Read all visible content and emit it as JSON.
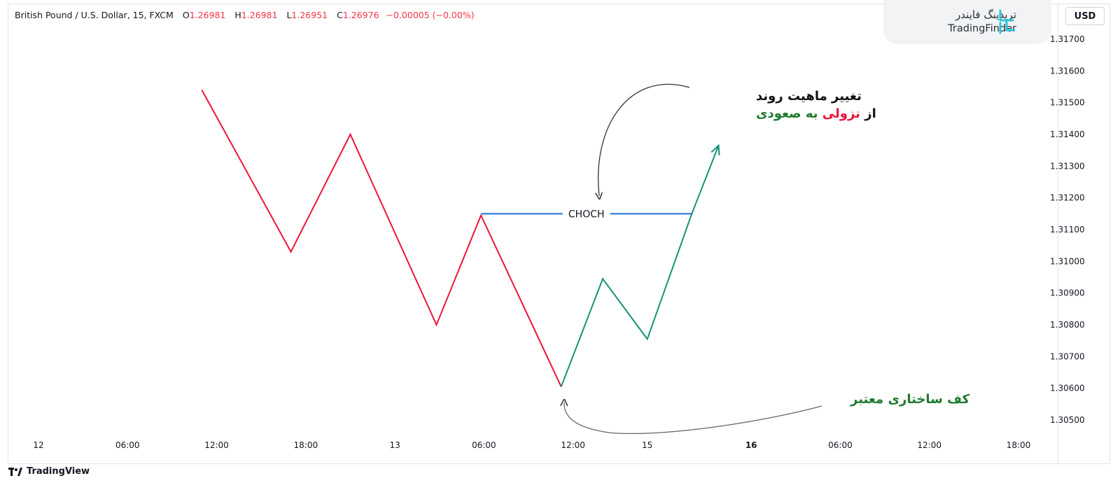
{
  "legend": {
    "symbol": "British Pound / U.S. Dollar, 15, FXCM",
    "open_label": "O",
    "open": "1.26981",
    "high_label": "H",
    "high": "1.26981",
    "low_label": "L",
    "low": "1.26951",
    "close_label": "C",
    "close": "1.26976",
    "change": "−0.00005 (−0.00%)"
  },
  "currency_button": "USD",
  "brand": {
    "name_fa": "تریدینگ فایندر",
    "name_en": "TradingFinder"
  },
  "footer": {
    "tradingview": "TradingView"
  },
  "colors": {
    "down": "#e8163c",
    "up": "#16927a",
    "choch": "#1f6fd1",
    "axis_text": "#131722"
  },
  "chart_data": {
    "type": "line",
    "y_axis": {
      "ticks": [
        1.317,
        1.316,
        1.315,
        1.314,
        1.313,
        1.312,
        1.311,
        1.31,
        1.309,
        1.308,
        1.307,
        1.306,
        1.305
      ],
      "labels": [
        "1.31700",
        "1.31600",
        "1.31500",
        "1.31400",
        "1.31300",
        "1.31200",
        "1.31100",
        "1.31000",
        "1.30900",
        "1.30800",
        "1.30700",
        "1.30600",
        "1.30500"
      ],
      "ylim": [
        1.3043,
        1.3176
      ]
    },
    "x_axis": {
      "labels": [
        "12",
        "06:00",
        "12:00",
        "18:00",
        "13",
        "06:00",
        "12:00",
        "15",
        "16",
        "06:00",
        "12:00",
        "18:00"
      ],
      "positions": [
        0,
        6,
        12,
        18,
        24,
        30,
        36,
        41,
        48,
        54,
        60,
        66
      ]
    },
    "series": [
      {
        "color": "down",
        "x": [
          11,
          17,
          21,
          26.8,
          29.8,
          35.2
        ],
        "y": [
          1.3154,
          1.3103,
          1.314,
          1.308,
          1.31145,
          1.30605
        ]
      },
      {
        "color": "up",
        "x": [
          35.2,
          38.0,
          41.0,
          44.0,
          45.8
        ],
        "y": [
          1.30605,
          1.30945,
          1.30755,
          1.3115,
          1.31365
        ]
      }
    ],
    "choch": {
      "label": "CHOCH",
      "y": 1.3115,
      "x_start": 29.8,
      "x_end": 44.0
    },
    "annotations": {
      "top_line1": "تغییر ماهیت روند",
      "top_line2_a": "از",
      "top_line2_b": "نزولی",
      "top_line2_c": "به صعودی",
      "bottom": "کف ساختاری معتبر"
    }
  }
}
